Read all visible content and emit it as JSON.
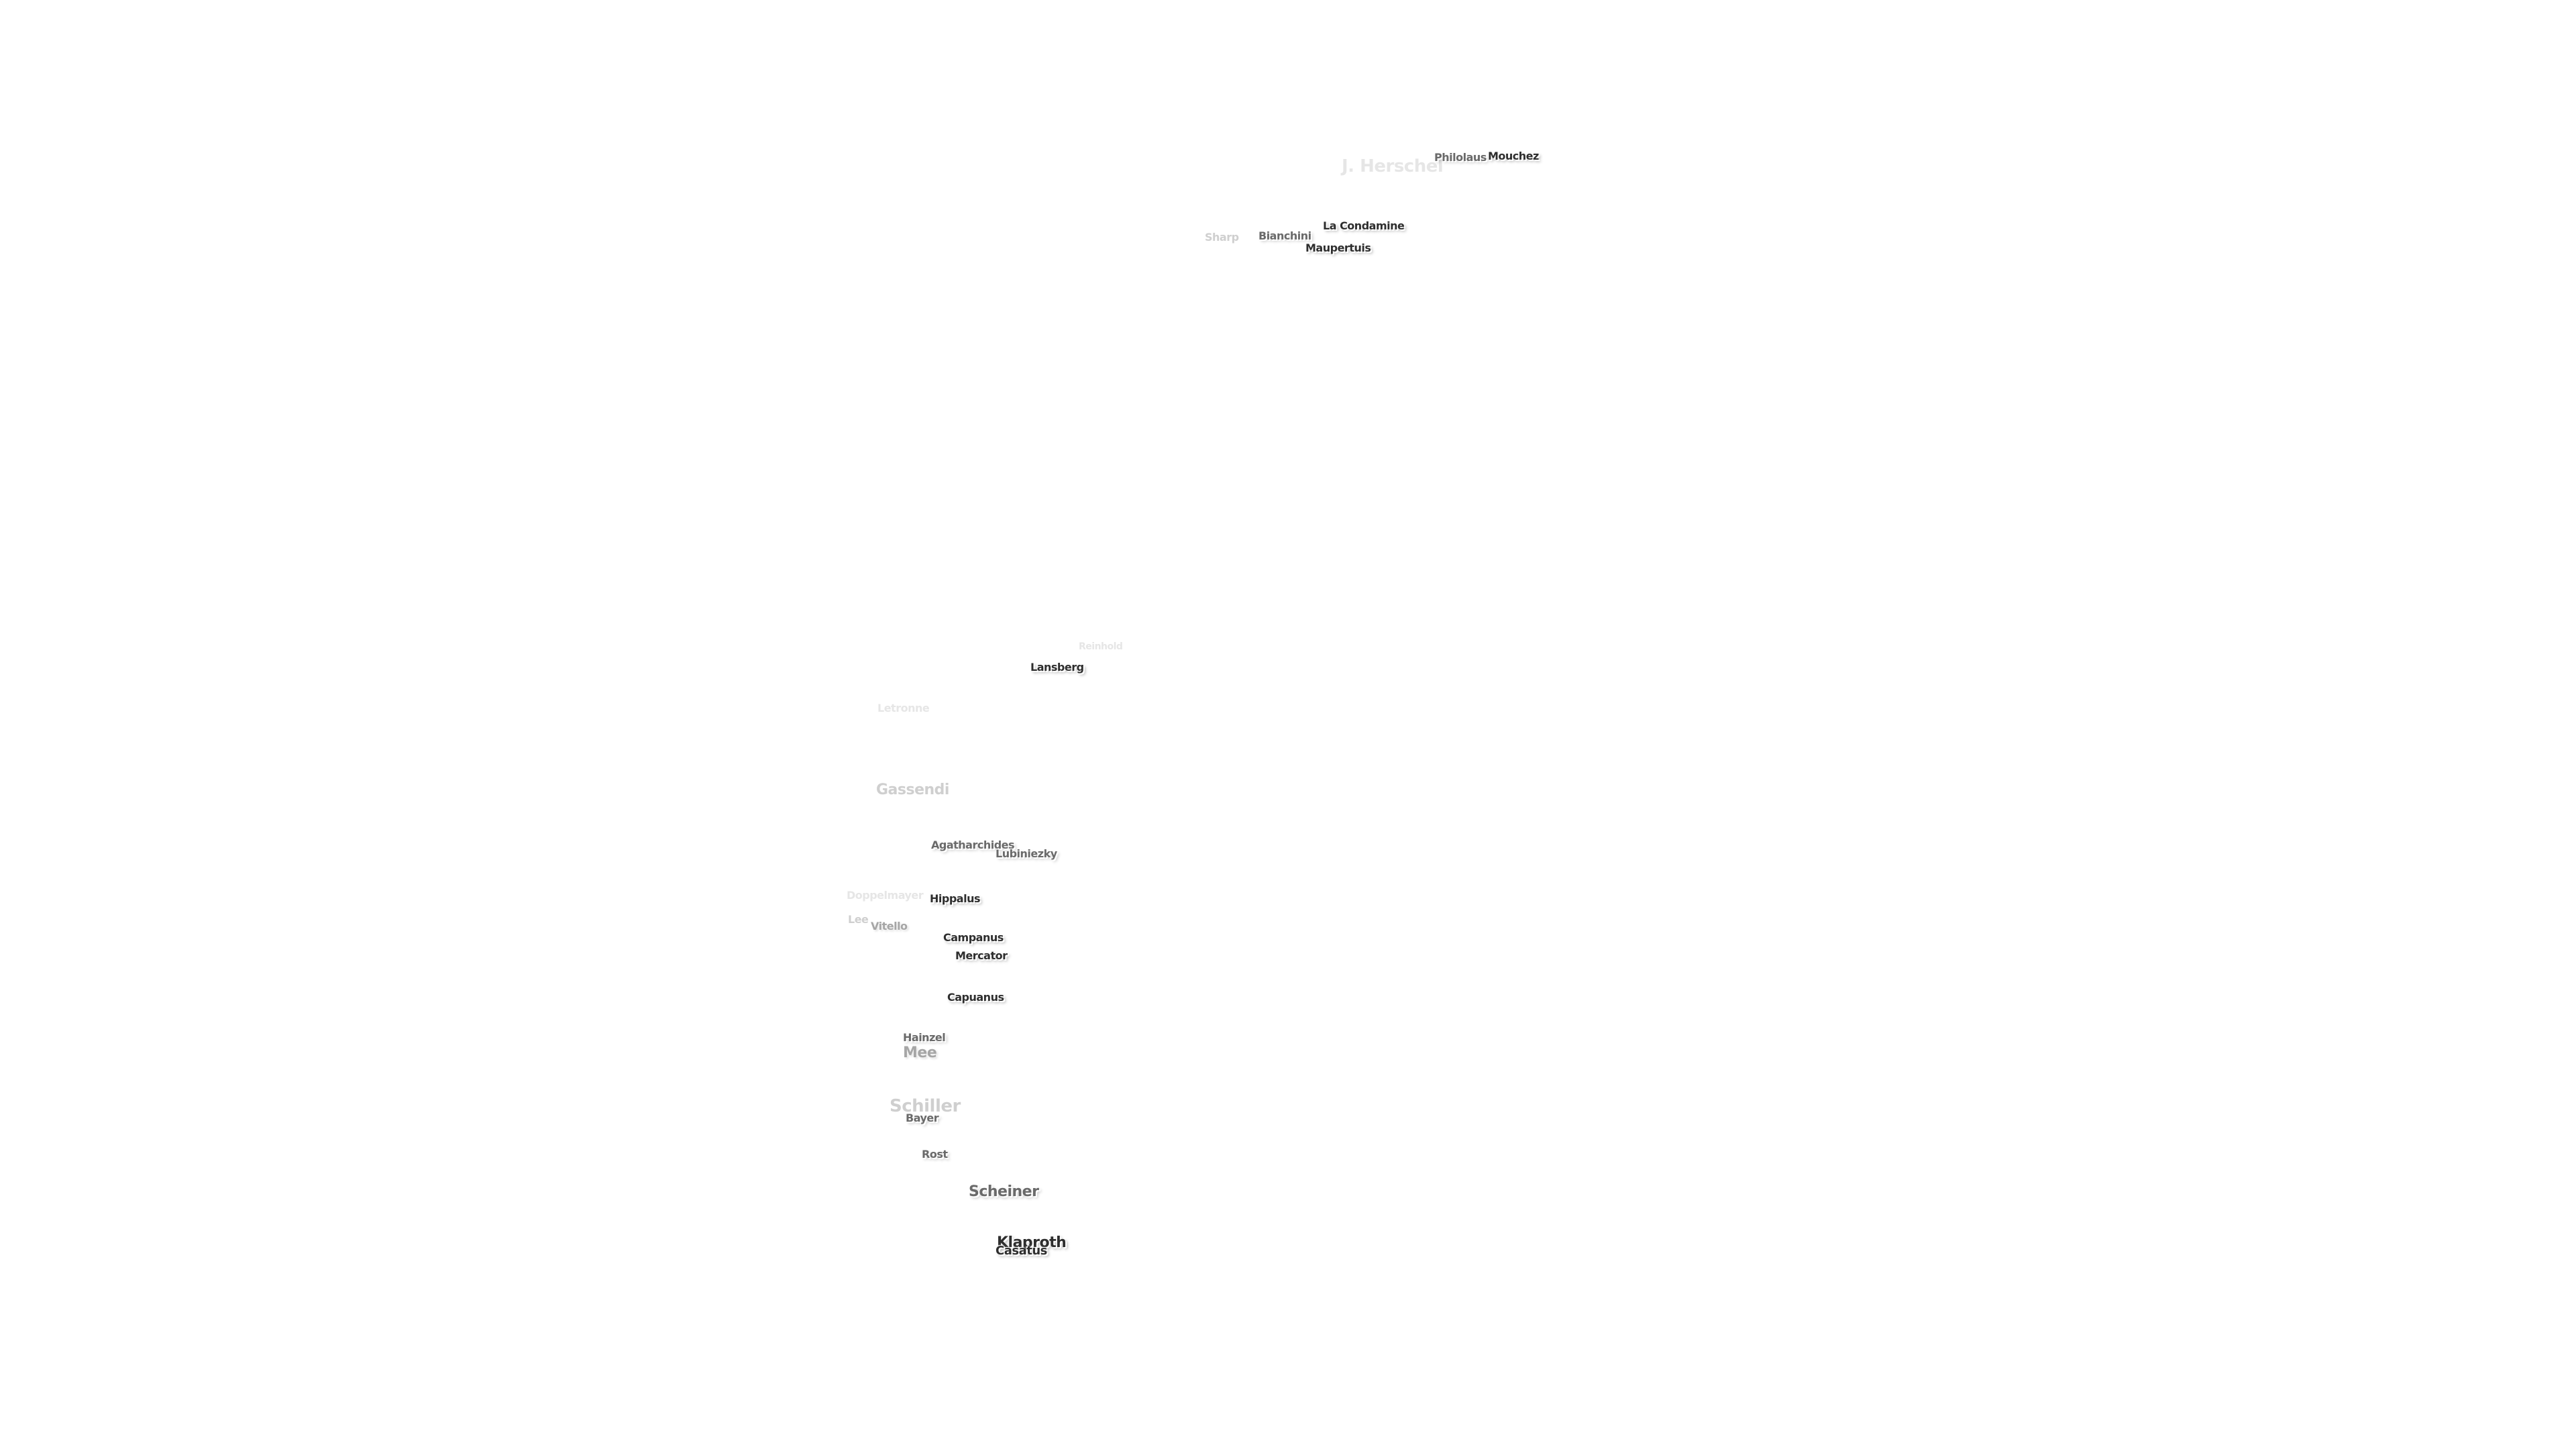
{
  "labels": {
    "j_herschel": "J. Herschel",
    "philolaus": "Philolaus",
    "mouchez": "Mouchez",
    "la_condamine": "La Condamine",
    "sharp": "Sharp",
    "bianchini": "Bianchini",
    "maupertuis": "Maupertuis",
    "reinhold": "Reinhold",
    "lansberg": "Lansberg",
    "letronne": "Letronne",
    "gassendi": "Gassendi",
    "agatharchides": "Agatharchides",
    "lubiniezky": "Lubiniezky",
    "doppelmayer": "Doppelmayer",
    "hippalus": "Hippalus",
    "lee": "Lee",
    "vitello": "Vitello",
    "campanus": "Campanus",
    "mercator": "Mercator",
    "capuanus": "Capuanus",
    "hainzel": "Hainzel",
    "mee": "Mee",
    "schiller": "Schiller",
    "bayer": "Bayer",
    "rost": "Rost",
    "scheiner": "Scheiner",
    "klaproth": "Klaproth",
    "casatus": "Casatus"
  }
}
